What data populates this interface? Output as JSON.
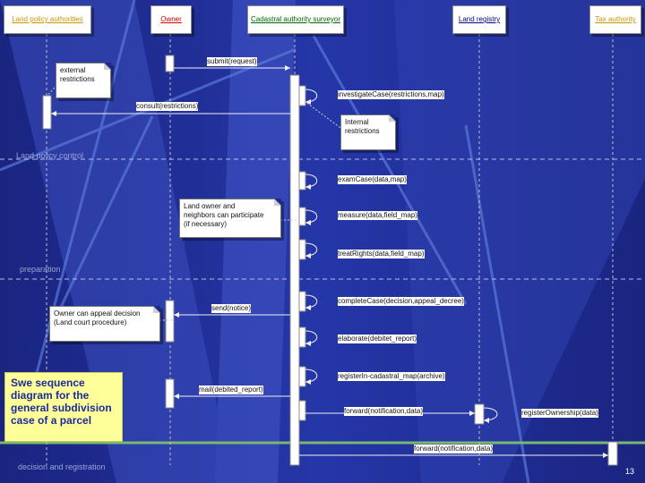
{
  "actors": [
    {
      "id": "land-policy",
      "label": "Land policy authorities",
      "color": "#f5c000"
    },
    {
      "id": "owner",
      "label": "Owner",
      "color": "#ff0000"
    },
    {
      "id": "cadastral",
      "label": "Cadastral authority surveyor",
      "color": "#008000"
    },
    {
      "id": "land-registry",
      "label": "Land registry",
      "color": "#00008b"
    },
    {
      "id": "tax-authority",
      "label": "Tax authority",
      "color": "#f5c000"
    }
  ],
  "messages": {
    "submit": "submit(request)",
    "consult": "consult(restrictions)",
    "investigate": "investigateCase(restrictions,map)",
    "examine": "examCase(data,map)",
    "measure": "measure(data,field_map)",
    "treat": "treatRights(data,field_map)",
    "complete": "completeCase(decision,appeal_decree)",
    "send": "send(notice)",
    "elaborate": "elaborate(debitet_report)",
    "register_cad": "registerIn-cadastral_map(archive)",
    "mail": "mail(debited_report)",
    "forward1": "forward(notification,data)",
    "register_own": "registerOwnership(data)",
    "forward2": "forward(notification,data)"
  },
  "notes": {
    "external": "external\nrestrictions",
    "internal": "Internal\nrestrictions",
    "participate": "Land owner and\nneighbors can participate\n(if necessary)",
    "appeal": "Owner can appeal decision\n(Land court procedure)"
  },
  "phases": {
    "control": "Land policy control",
    "preparation": "preparation",
    "decision": "decision and registration"
  },
  "caption": "Swe sequence diagram for the general subdivision case of a parcel",
  "page_number": "13",
  "colors": {
    "background": "#1c2a8c",
    "caption": "#ffff99",
    "streak": "#3a4fb8"
  }
}
